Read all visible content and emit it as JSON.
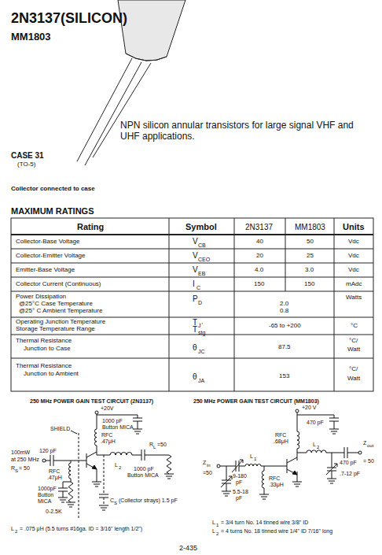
{
  "diagram": {
    "title": "2N3137(SILICON)",
    "labels": [
      "MM1803",
      "CASE 31",
      "(TO-5)",
      "Collector connected to case",
      "NPN silicon annular transistors for large signal VHF and UHF applications.",
      "MAXIMUM RATINGS",
      "Rating",
      "Symbol",
      "2N3137",
      "MM1803",
      "Units",
      "Collector-Base Voltage",
      "V",
      "CB",
      "40",
      "50",
      "Vdc",
      "Collector-Emitter Voltage",
      "V",
      "CEO",
      "20",
      "25",
      "Vdc",
      "Emitter-Base Voltage",
      "V",
      "EB",
      "4.0",
      "3.0",
      "Vdc",
      "Collector Current (Continuous)",
      "I",
      "C",
      "150",
      "150",
      "mAdc",
      "Power Dissipation",
      "@25°C Case Temperature",
      "@25° C Ambient Temperature",
      "P",
      "D",
      "2.0",
      "0.8",
      "Watts",
      "Operating Junction Temperature",
      "Storage Temperature Range",
      "T",
      "J",
      ",",
      "T",
      "stg",
      "-65 to +200",
      "°C",
      "Thermal Resistance",
      "Junction to Case",
      "θ",
      "JC",
      "87.5",
      "°C/",
      "Watt",
      "Thermal Resistance",
      "Junction to Ambient",
      "θ",
      "JA",
      "153",
      "°C/",
      "Watt",
      "250 MHz POWER GAIN TEST CIRCUIT (2N3137)",
      "250 MHz POWER GAIN TEST CIRCUIT (MM1803)",
      "+20V",
      "1000 pF",
      "Button MICA",
      "SHIELD",
      "RFC",
      ".47μH",
      "120 pF",
      "100mW",
      "at 250 MHz",
      "R",
      "S",
      "= 50",
      "RFC",
      ".47μH",
      "1000pF",
      "Button",
      "MICA",
      "0-2.5K",
      "L",
      "2",
      "R",
      "L",
      "=50",
      "1000 pF",
      "Button MICA",
      "C",
      "S",
      "(Collector strays) 1.5 pF",
      "L",
      "2",
      "= .075 μH (5.5 turns #16ga. ID = 3/16\" length 1/2\")",
      "+20 V",
      "470 pF",
      "RFC",
      ".68μH",
      "L",
      "2",
      "Z",
      "out",
      "= 50",
      "L",
      "1",
      "470 pF",
      "Z",
      "in",
      "=50",
      "9-180",
      "pF",
      "RFC",
      ".33μH",
      "5.5-18",
      "pF",
      ".7-12 pF",
      "L",
      "1",
      "= 3/4 turn No. 14 tinned wire 3/8\" ID",
      "L",
      "2",
      "= 4 turns No. 18 tinned wire 1/4\" ID 7/16\" long",
      "2-435"
    ]
  }
}
